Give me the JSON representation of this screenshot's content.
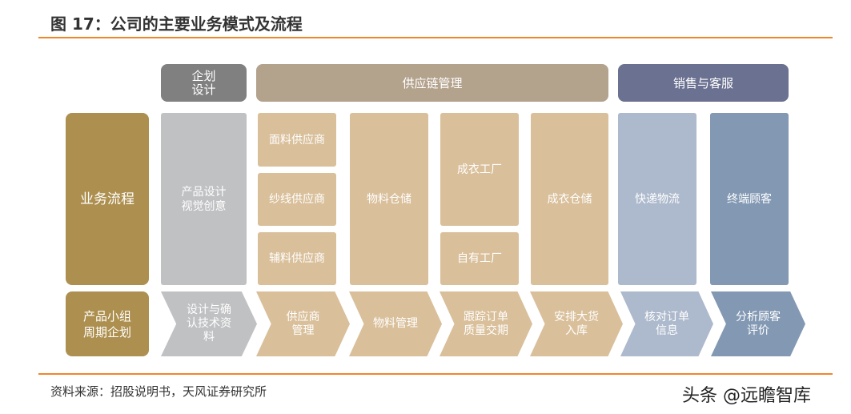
{
  "title": "图 17：公司的主要业务模式及流程",
  "headers": {
    "design": "企划\n设计",
    "supply": "供应链管理",
    "sales": "销售与客服"
  },
  "row_labels": {
    "process": "业务流程",
    "planning": "产品小组\n周期企划"
  },
  "cells": {
    "design": "产品设计\n视觉创意",
    "fabric": "面料供应商",
    "yarn": "纱线供应商",
    "accessory": "辅料供应商",
    "material_storage": "物料仓储",
    "garment_factory": "成衣工厂",
    "own_factory": "自有工厂",
    "garment_storage": "成衣仓储",
    "logistics": "快递物流",
    "customer": "终端顾客"
  },
  "steps": [
    "设计与确\n认技术资\n料",
    "供应商\n管理",
    "物料管理",
    "跟踪订单\n质量交期",
    "安排大货\n入库",
    "核对订单\n信息",
    "分析顾客\n评价"
  ],
  "source": "资料来源：招股说明书，天风证券研究所",
  "watermark": "头条 @远瞻智库",
  "colors": {
    "gold": "#ad8f4f",
    "gray_dark": "#808080",
    "gray_light": "#c0c1c3",
    "tan_header": "#b3a28c",
    "tan": "#d9bf9a",
    "navy": "#6b7191",
    "blue_light": "#adb9cc",
    "blue": "#8298b3",
    "orange": "#f0862a"
  }
}
